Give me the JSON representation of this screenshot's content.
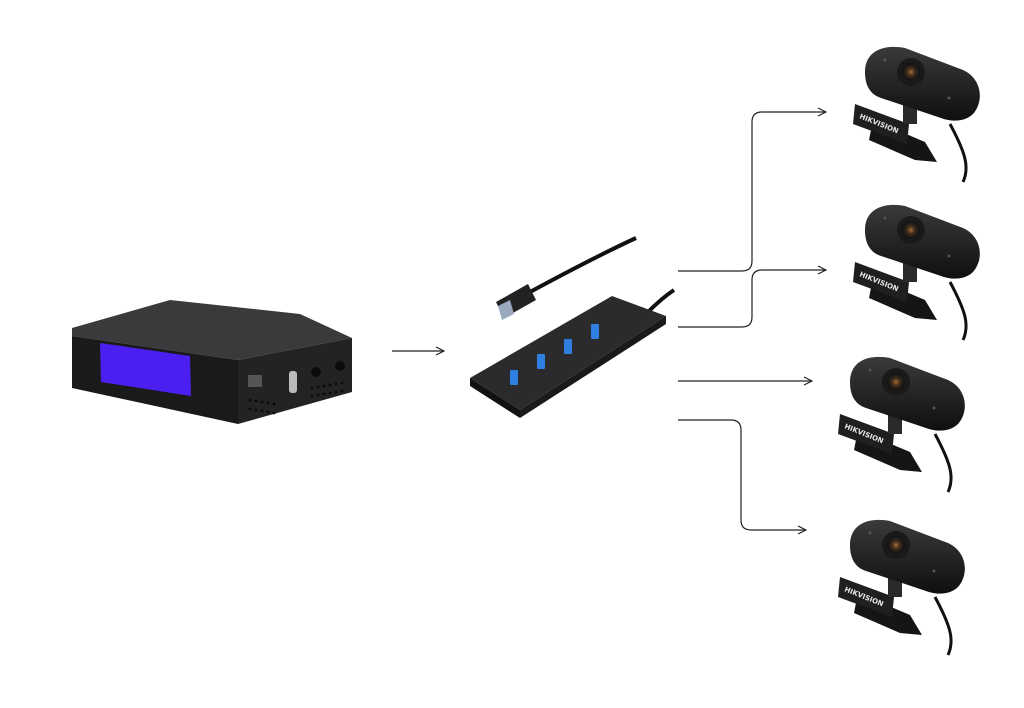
{
  "diagram": {
    "nodes": [
      {
        "id": "player",
        "kind": "media-player-device",
        "screen_color": "#4a1ff0"
      },
      {
        "id": "hub",
        "kind": "usb-hub-4-port",
        "port_color": "#2f7fe0"
      },
      {
        "id": "cam1",
        "kind": "webcam",
        "brand_logo": "HIKVISION"
      },
      {
        "id": "cam2",
        "kind": "webcam",
        "brand_logo": "HIKVISION"
      },
      {
        "id": "cam3",
        "kind": "webcam",
        "brand_logo": "HIKVISION"
      },
      {
        "id": "cam4",
        "kind": "webcam",
        "brand_logo": "HIKVISION"
      }
    ],
    "edges": [
      {
        "from": "player",
        "to": "hub"
      },
      {
        "from": "hub",
        "to": "cam1"
      },
      {
        "from": "hub",
        "to": "cam2"
      },
      {
        "from": "hub",
        "to": "cam3"
      },
      {
        "from": "hub",
        "to": "cam4"
      }
    ],
    "colors": {
      "line": "#222222",
      "device": "#1c1c1e"
    }
  }
}
